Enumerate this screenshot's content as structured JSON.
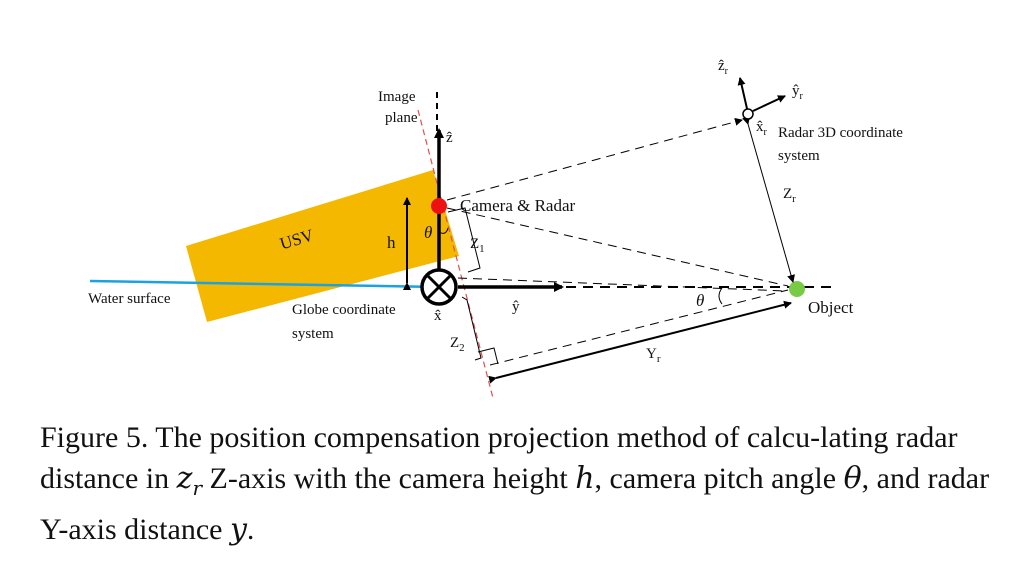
{
  "figure": {
    "labels": {
      "image_plane_1": "Image",
      "image_plane_2": "plane",
      "z_hat": "ẑ",
      "camera_radar": "Camera & Radar",
      "usv": "USV",
      "h": "h",
      "theta": "θ",
      "z1": "Z",
      "z1_sub": "1",
      "z2": "Z",
      "z2_sub": "2",
      "water_surface": "Water surface",
      "globe_1": "Globe coordinate",
      "globe_2": "system",
      "x_hat": "x̂",
      "y_hat": "ŷ",
      "theta_obj": "θ",
      "object": "Object",
      "yr": "Y",
      "yr_sub": "r",
      "zr": "Z",
      "zr_sub": "r",
      "zr_hat": "ẑ",
      "zr_hat_sub": "r",
      "yr_hat": "ŷ",
      "yr_hat_sub": "r",
      "xr_hat": "x̂",
      "xr_hat_sub": "r",
      "radar_sys_1": "Radar 3D coordinate",
      "radar_sys_2": "system"
    },
    "colors": {
      "usv": "#f5b800",
      "water": "#1aa3e0",
      "camera": "#ee1111",
      "object": "#77cc44",
      "plane": "#e05050"
    }
  },
  "caption": {
    "prefix": "Figure 5. The position compensation projection method of calcu-lating radar distance in ",
    "zr_var": "z",
    "zr_sub": "r",
    "mid1": " Z-axis with the camera height ",
    "h_var": "h",
    "mid2": ", camera pitch angle ",
    "theta_var": "θ",
    "mid3": ", and radar Y-axis distance ",
    "y_var": "y",
    "end": "."
  }
}
